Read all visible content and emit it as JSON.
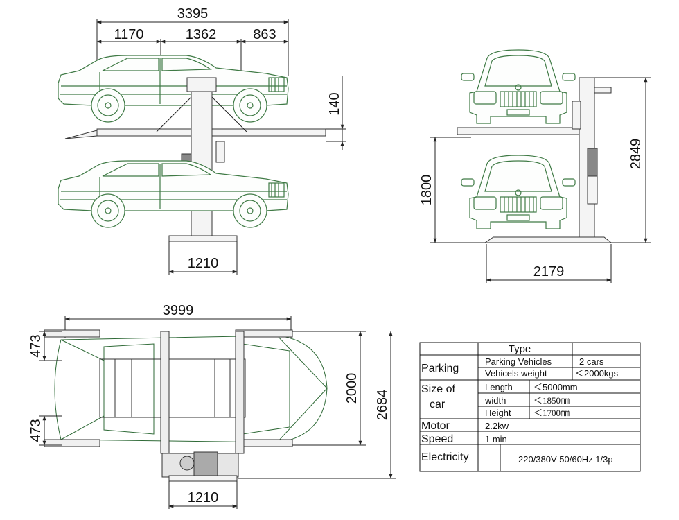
{
  "side_view": {
    "overall": "3395",
    "front": "1170",
    "mid": "1362",
    "rear": "863",
    "platform": "140",
    "base": "1210"
  },
  "front_view": {
    "height": "2849",
    "lower": "1800",
    "width": "2179"
  },
  "plan_view": {
    "length": "3999",
    "top_gap": "473",
    "bottom_gap": "473",
    "inner_width": "2000",
    "outer_width": "2684",
    "base": "1210"
  },
  "spec_table": {
    "header": "Type",
    "parking_label": "Parking",
    "parking_vehicles_label": "Parking Vehicles",
    "parking_vehicles_value": "2 cars",
    "vehicles_weight_label": "Vehicels weight",
    "vehicles_weight_value": "＜2000kgs",
    "size_label_1": "Size  of",
    "size_label_2": "car",
    "length_label": "Length",
    "length_value": "＜5000mm",
    "width_label": "width",
    "width_value": "＜1850㎜",
    "height_label": "Height",
    "height_value": "＜1700㎜",
    "motor_label": "Motor",
    "motor_value": "2.2kw",
    "speed_label": "Speed",
    "speed_value": "1 min",
    "electricity_label": "Electricity",
    "electricity_value": "220/380V  50/60Hz  1/3p"
  }
}
